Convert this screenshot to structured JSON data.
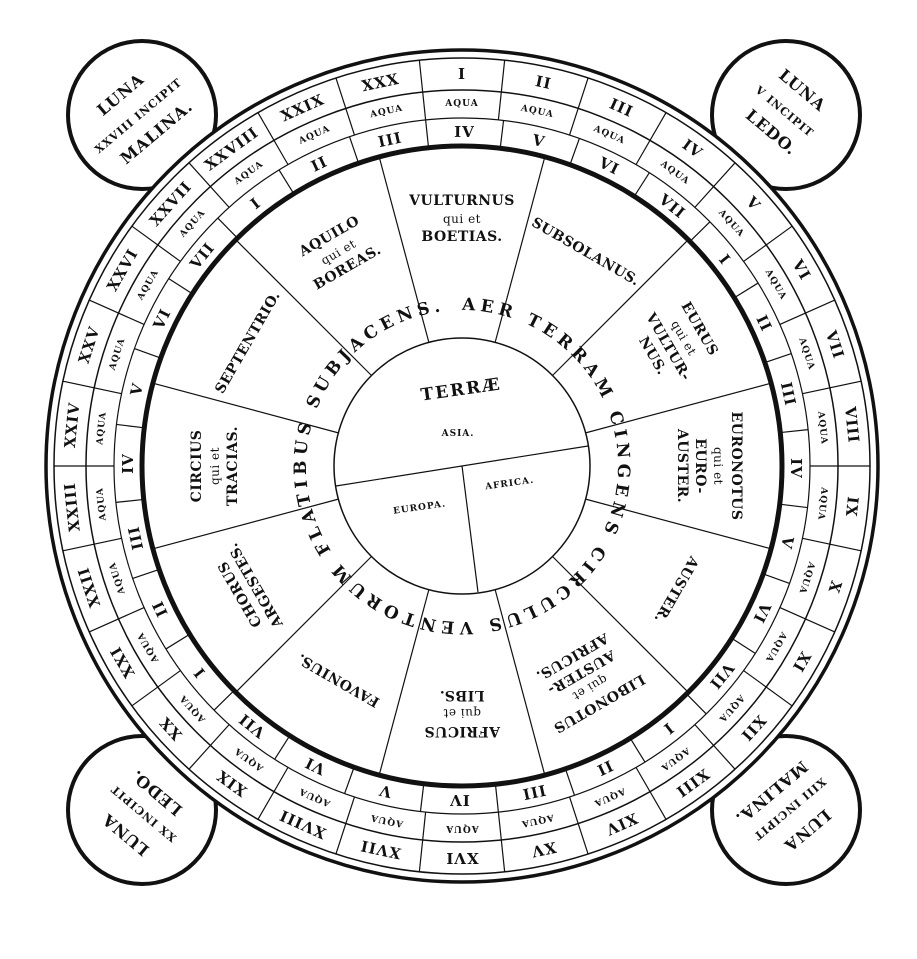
{
  "corners": [
    {
      "lines": [
        "LUNA",
        "XXVIII INCIPIT",
        "MALINA."
      ]
    },
    {
      "lines": [
        "LUNA",
        "V INCIPIT",
        "LEDO."
      ]
    },
    {
      "lines": [
        "LUNA",
        "XX INCIPIT",
        "LEDO."
      ]
    },
    {
      "lines": [
        "LUNA",
        "XIII INCIPIT",
        "MALINA."
      ]
    }
  ],
  "outer_ring": [
    "I",
    "II",
    "III",
    "IV",
    "V",
    "VI",
    "VII",
    "VIII",
    "IX",
    "X",
    "XI",
    "XII",
    "XIII",
    "XIV",
    "XV",
    "XVI",
    "XVII",
    "XVIII",
    "XIX",
    "XX",
    "XXI",
    "XXII",
    "XXIII",
    "XXIV",
    "XXV",
    "XXVI",
    "XXVII",
    "XXVIII",
    "XXIX",
    "XXX"
  ],
  "aqua_label": "AQUA",
  "inner_ring": [
    "IV",
    "V",
    "VI",
    "VII",
    "I",
    "II",
    "III",
    "IV",
    "V",
    "VI",
    "VII",
    "I",
    "II",
    "III",
    "IV",
    "V",
    "VI",
    "VII",
    "I",
    "II",
    "III",
    "IV",
    "V",
    "VI",
    "VII",
    "I",
    "II",
    "III"
  ],
  "winds": [
    {
      "lines": [
        "SUBSOLANUS."
      ]
    },
    {
      "lines": [
        "EURUS",
        "qui et",
        "VULTUR-",
        "NUS."
      ]
    },
    {
      "lines": [
        "EURONOTUS",
        "qui et",
        "EURO-",
        "AUSTER."
      ]
    },
    {
      "lines": [
        "AUSTER."
      ]
    },
    {
      "lines": [
        "LIBONOTUS",
        "qui et",
        "AUSTER-",
        "AFRICUS."
      ]
    },
    {
      "lines": [
        "AFRICUS",
        "qui et",
        "LIBS."
      ]
    },
    {
      "lines": [
        "FAVONIUS."
      ]
    },
    {
      "lines": [
        "CHORUS",
        "ARGESTES."
      ]
    },
    {
      "lines": [
        "CIRCIUS",
        "qui et",
        "TRACIAS."
      ]
    },
    {
      "lines": [
        "SEPTENTRIO."
      ]
    },
    {
      "lines": [
        "AQUILO",
        "qui et",
        "BOREAS."
      ]
    },
    {
      "lines": [
        "VULTURNUS",
        "qui et",
        "BOETIAS."
      ]
    }
  ],
  "ring_text": "AER TERRAM CINGENS CIRCULUS VENTORUM FLATIBUS SUBJACENS.",
  "terrae": "TERRÆ",
  "continents": {
    "asia": "ASIA.",
    "europa": "EUROPA.",
    "africa": "AFRICA."
  }
}
